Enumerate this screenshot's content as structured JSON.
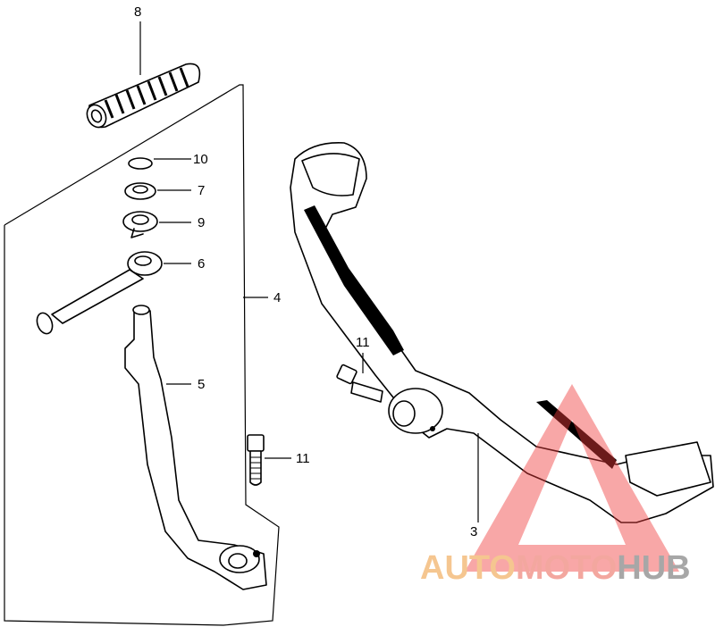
{
  "callouts": {
    "c8": "8",
    "c10": "10",
    "c7": "7",
    "c9": "9",
    "c6": "6",
    "c4": "4",
    "c5": "5",
    "c11a": "11",
    "c11b": "11",
    "c3": "3"
  },
  "watermark": {
    "part1": "AUTO",
    "part2": "MOTO",
    "part3": "HUB",
    "colors": {
      "auto": "#f2b36b",
      "moto": "#f08a80",
      "hub": "#8a8a8a",
      "triangle": "#f03c3c"
    }
  }
}
